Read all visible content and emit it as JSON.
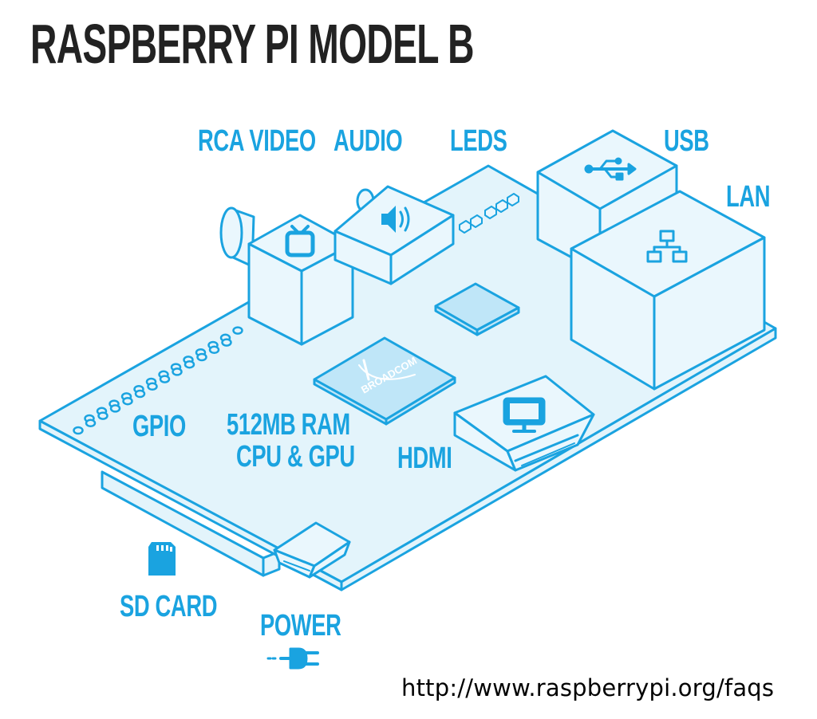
{
  "title": "RASPBERRY PI MODEL B",
  "labels": {
    "rca_video": "RCA VIDEO",
    "audio": "AUDIO",
    "leds": "LEDS",
    "usb": "USB",
    "lan": "LAN",
    "gpio": "GPIO",
    "ram_line1": "512MB RAM",
    "ram_line2": "CPU & GPU",
    "hdmi": "HDMI",
    "sd_card": "SD CARD",
    "power": "POWER"
  },
  "chip_brand": "BROADCOM",
  "footer_url": "http://www.raspberrypi.org/faqs",
  "colors": {
    "accent": "#1aa3e0",
    "board_fill": "#e3f4fb",
    "component_fill": "#eaf7fd",
    "chip_fill": "#bfe6f8",
    "title": "#222222"
  },
  "icons": [
    "tv-icon",
    "speaker-icon",
    "usb-icon",
    "network-icon",
    "monitor-icon",
    "sd-card-icon",
    "power-plug-icon"
  ]
}
